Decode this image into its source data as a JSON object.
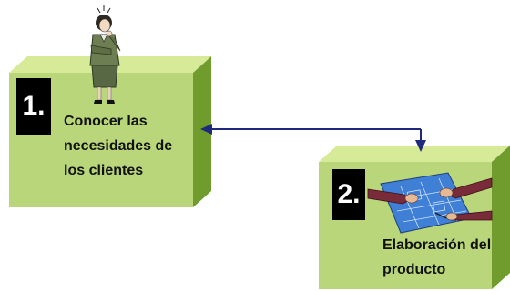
{
  "colors": {
    "box_front": "#b9d67a",
    "box_top": "#d6ea98",
    "box_side": "#6f9c2c",
    "connector": "#1f2a7c",
    "number_bg": "#000000"
  },
  "steps": [
    {
      "number": "1.",
      "lines": [
        "Conocer las",
        "necesidades de",
        "los clientes"
      ],
      "illustration": "businesswoman-thinking-icon"
    },
    {
      "number": "2.",
      "lines": [
        "Elaboración del",
        "producto"
      ],
      "illustration": "blueprint-handshake-icon"
    }
  ]
}
